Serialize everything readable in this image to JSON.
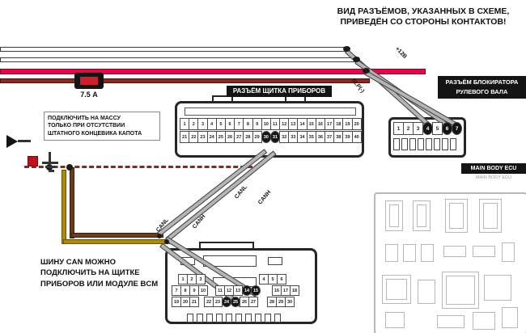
{
  "notes": {
    "connector_view": {
      "line1": "ВИД РАЗЪЁМОВ, УКАЗАННЫХ В СХЕМЕ,",
      "line2": "ПРИВЕДЁН СО СТОРОНЫ КОНТАКТОВ!"
    },
    "ground_note": {
      "line1": "ПОДКЛЮЧИТЬ НА МАССУ",
      "line2": "ТОЛЬКО ПРИ ОТСУТСТВИИ",
      "line3": "ШТАТНОГО КОНЦЕВИКА КАПОТА"
    },
    "can_note": {
      "line1": "ШИНУ CAN МОЖНО",
      "line2": "ПОДКЛЮЧИТЬ НА ЩИТКЕ",
      "line3": "ПРИБОРОВ ИЛИ МОДУЛЕ BCM"
    }
  },
  "fuse": {
    "label": "7.5 А"
  },
  "wire_labels": {
    "plus12": "+12В",
    "slp": "SLP(-)",
    "canl": "CANL",
    "canh": "CANH"
  },
  "cluster_connector": {
    "title": "РАЗЪЁМ ЩИТКА ПРИБОРОВ",
    "row1": [
      "1",
      "2",
      "3",
      "4",
      "5",
      "6",
      "7",
      "8",
      "9",
      "10",
      "11",
      "12",
      "13",
      "14",
      "15",
      "16",
      "17",
      "18",
      "19",
      "20"
    ],
    "row2": [
      "21",
      "22",
      "23",
      "24",
      "25",
      "26",
      "27",
      "28",
      "29",
      "30",
      "31",
      "32",
      "33",
      "34",
      "35",
      "36",
      "37",
      "38",
      "39",
      "40"
    ],
    "highlighted": [
      "30",
      "31"
    ]
  },
  "steering_connector": {
    "title_line1": "РАЗЪЁМ БЛОКИРАТОРА",
    "title_line2": "РУЛЕВОГО ВАЛА",
    "pins": [
      "1",
      "2",
      "3",
      "4",
      "5",
      "6",
      "7"
    ],
    "highlighted": [
      "4",
      "6",
      "7"
    ]
  },
  "main_body_ecu": {
    "label": "MAIN BODY ECU",
    "sublabel": "MAIN BODY ECU"
  },
  "bcm_connector": {
    "row1_left": [
      "1",
      "2",
      "3"
    ],
    "row1_right": [
      "4",
      "5",
      "6"
    ],
    "row2_left": [
      "7",
      "8",
      "9",
      "10"
    ],
    "row2_mid": [
      "11",
      "12",
      "13",
      "14",
      "15"
    ],
    "row2_right": [
      "16",
      "17",
      "18"
    ],
    "row3_left": [
      "19",
      "20",
      "21"
    ],
    "row3_mid": [
      "22",
      "23",
      "24",
      "25",
      "26",
      "27"
    ],
    "row3_right": [
      "28",
      "29",
      "30"
    ],
    "highlighted": [
      "14",
      "15",
      "24",
      "25"
    ]
  },
  "colors": {
    "wire_red": "#e8064a",
    "wire_dark_red": "#8f261d",
    "wire_brown": "#6e3b1e",
    "wire_ochre": "#b08a00",
    "wire_gray": "#b5b5b5",
    "label_bg": "#141414"
  }
}
